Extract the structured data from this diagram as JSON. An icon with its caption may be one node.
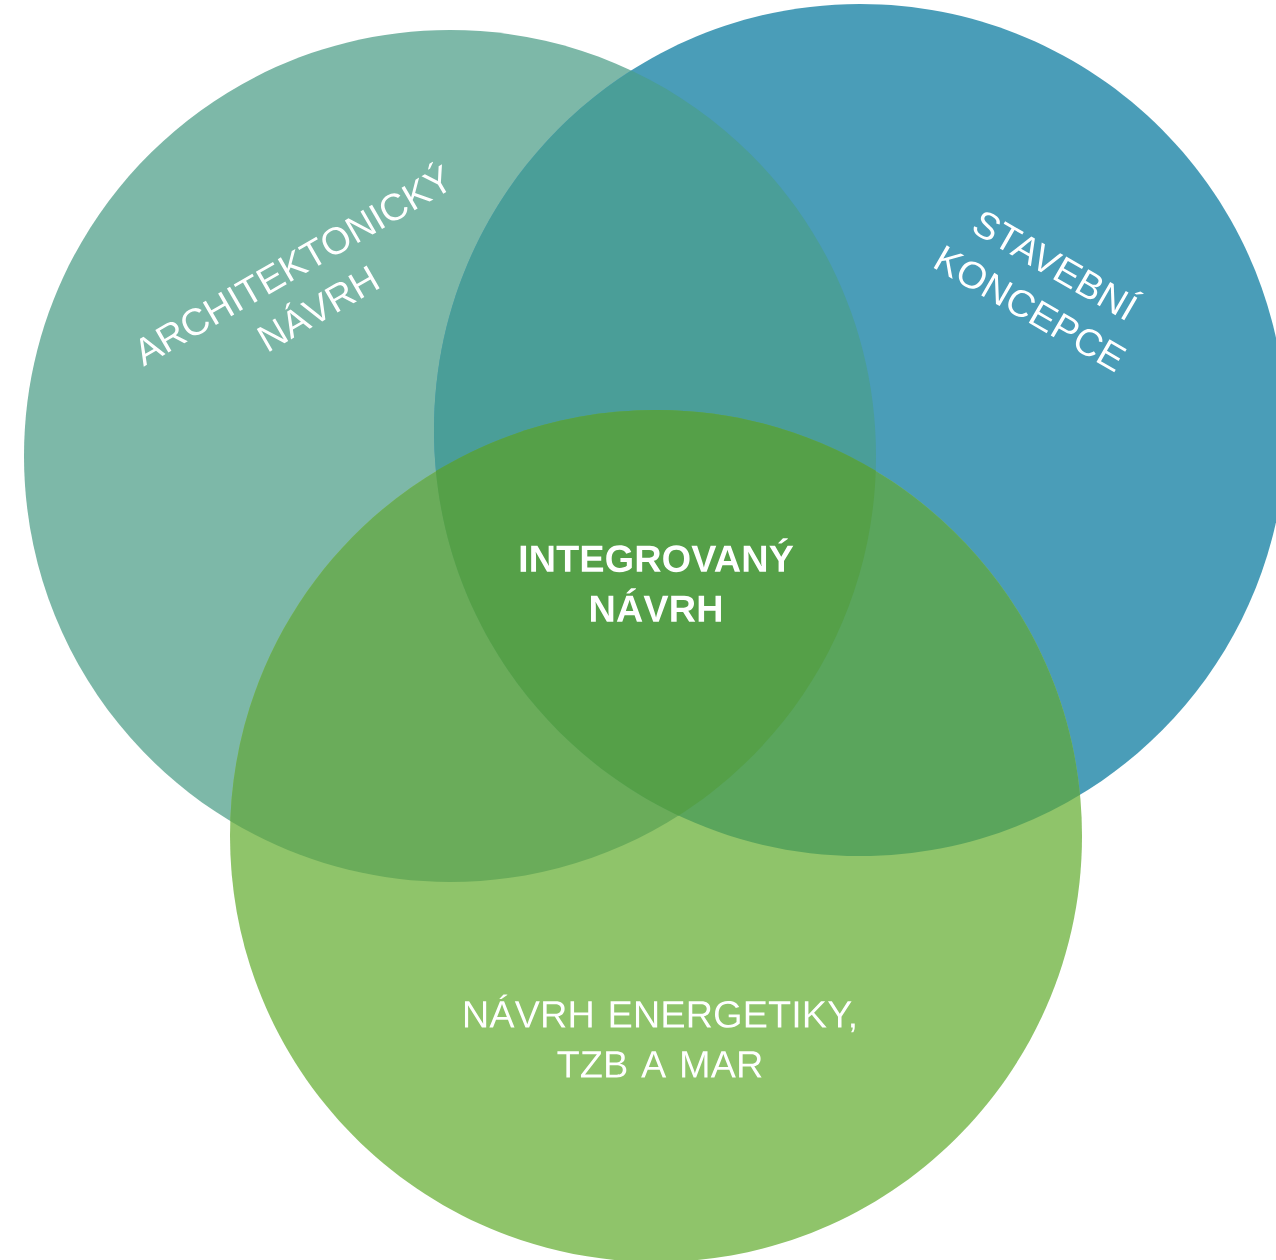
{
  "diagram": {
    "nodes": [
      {
        "text": [
          "ARCHITEKTONICKÝ NÁVRH"
        ]
      },
      {
        "text": [
          "STAVEBNÍ KONCEPCE"
        ]
      },
      {
        "text": [
          "NÁVRH ENERGETIKY, TZB A MAR"
        ]
      },
      {
        "text": [
          "INTEGROVANÝ NÁVRH"
        ]
      }
    ]
  }
}
